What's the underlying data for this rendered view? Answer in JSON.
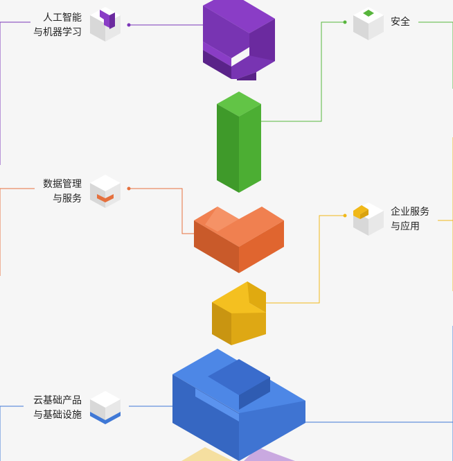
{
  "categories": {
    "ai": {
      "line1": "人工智能",
      "line2": "与机器学习",
      "color": "#7b35b8"
    },
    "security": {
      "line1": "安全",
      "color": "#57b53c"
    },
    "data": {
      "line1": "数据管理",
      "line2": "与服务",
      "color": "#e5703d"
    },
    "enterprise": {
      "line1": "企业服务",
      "line2": "与应用",
      "color": "#f0b819"
    },
    "cloud": {
      "line1": "云基础产品",
      "line2": "与基础设施",
      "color": "#3f78d6"
    }
  }
}
